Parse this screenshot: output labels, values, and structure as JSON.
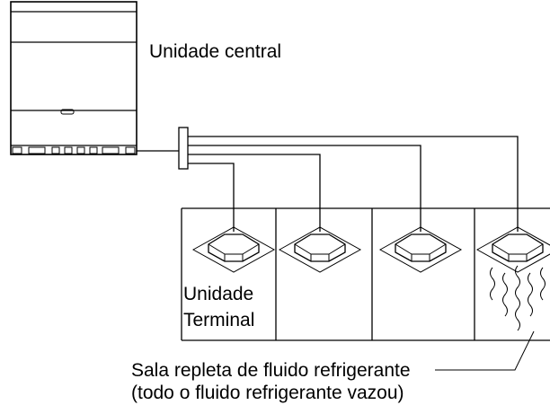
{
  "labels": {
    "central_unit": "Unidade central",
    "terminal_unit_line1": "Unidade",
    "terminal_unit_line2": "Terminal",
    "leak_room_line1": "Sala repleta de fluido refrigerante",
    "leak_room_line2": "(todo o fluido refrigerante vazou)"
  },
  "rooms": [
    {
      "id": "room-1",
      "leak": false
    },
    {
      "id": "room-2",
      "leak": false
    },
    {
      "id": "room-3",
      "leak": false
    },
    {
      "id": "room-4",
      "leak": true
    }
  ]
}
